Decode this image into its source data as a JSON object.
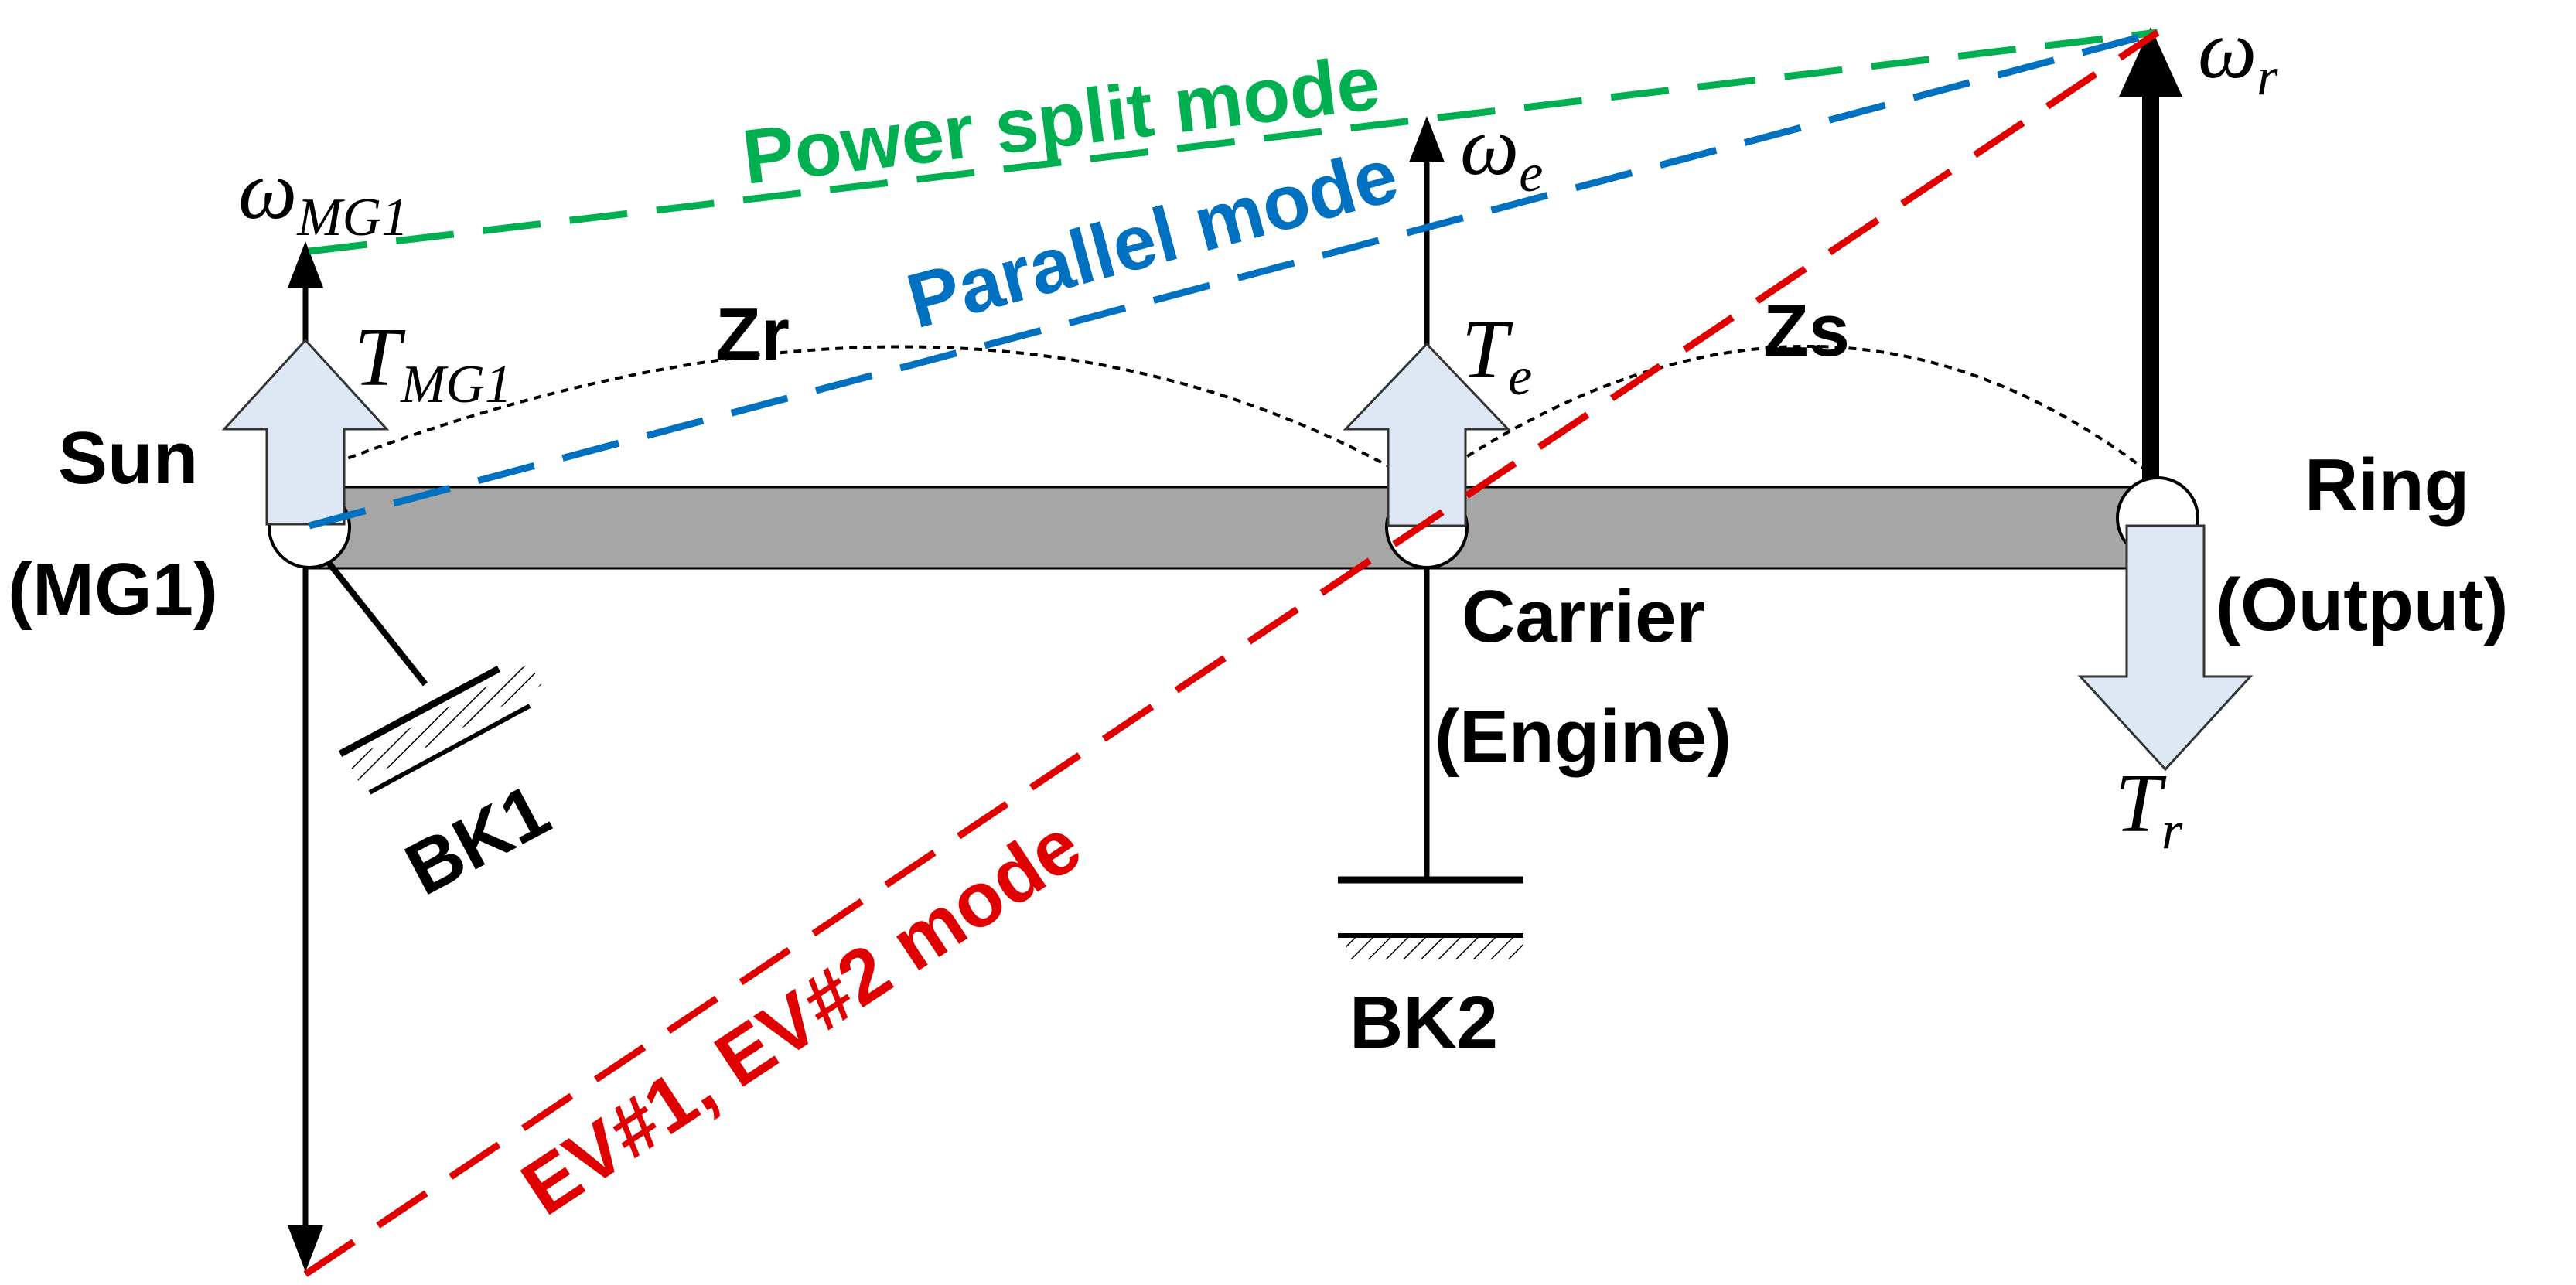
{
  "nodes": {
    "sun": {
      "line1": "Sun",
      "line2": "(MG1)"
    },
    "carrier": {
      "line1": "Carrier",
      "line2": "(Engine)"
    },
    "ring": {
      "line1": "Ring",
      "line2": "(Output)"
    }
  },
  "brakes": {
    "bk1": "BK1",
    "bk2": "BK2"
  },
  "gear_ratios": {
    "zr": "Zr",
    "zs": "Zs"
  },
  "speed_symbols": {
    "mg1": {
      "base": "ω",
      "sub": "MG1"
    },
    "engine": {
      "base": "ω",
      "sub": "e"
    },
    "ring": {
      "base": "ω",
      "sub": "r"
    }
  },
  "torque_symbols": {
    "mg1": {
      "base": "T",
      "sub": "MG1"
    },
    "engine": {
      "base": "T",
      "sub": "e"
    },
    "ring": {
      "base": "T",
      "sub": "r"
    }
  },
  "modes": {
    "power_split": {
      "label": "Power split mode",
      "color": "#00b050"
    },
    "parallel": {
      "label": "Parallel mode",
      "color": "#0070c0"
    },
    "ev": {
      "label": "EV#1, EV#2 mode",
      "color": "#e00000"
    }
  },
  "colors": {
    "lever_fill": "#a6a6a6",
    "torque_arrow_fill": "#dee8f4"
  }
}
